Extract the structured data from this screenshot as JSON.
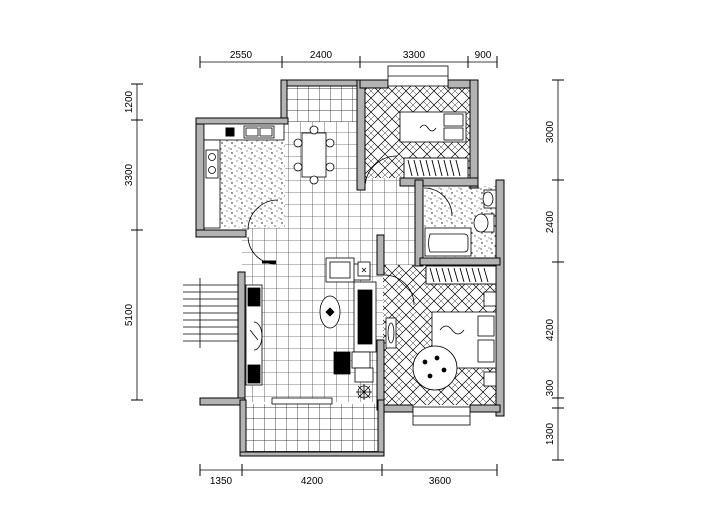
{
  "dimensions": {
    "top": [
      "2550",
      "2400",
      "3300",
      "900"
    ],
    "bottom": [
      "1350",
      "4200",
      "3600"
    ],
    "left": [
      "1200",
      "3300",
      "5100"
    ],
    "right": [
      "3000",
      "2400",
      "4200",
      "300",
      "1300"
    ]
  },
  "colors": {
    "line": "#000000",
    "wall_fill": "#b3b3b3",
    "background": "#ffffff"
  },
  "symbols": [
    "double-bed-icon",
    "dining-table-icon",
    "sofa-icon",
    "tv-cabinet-icon",
    "bathtub-icon",
    "toilet-icon",
    "washbasin-icon",
    "stove-icon",
    "sink-icon",
    "wardrobe-icon",
    "potted-plant-icon",
    "round-table-icon",
    "stair-icon",
    "door-swing-icon"
  ]
}
